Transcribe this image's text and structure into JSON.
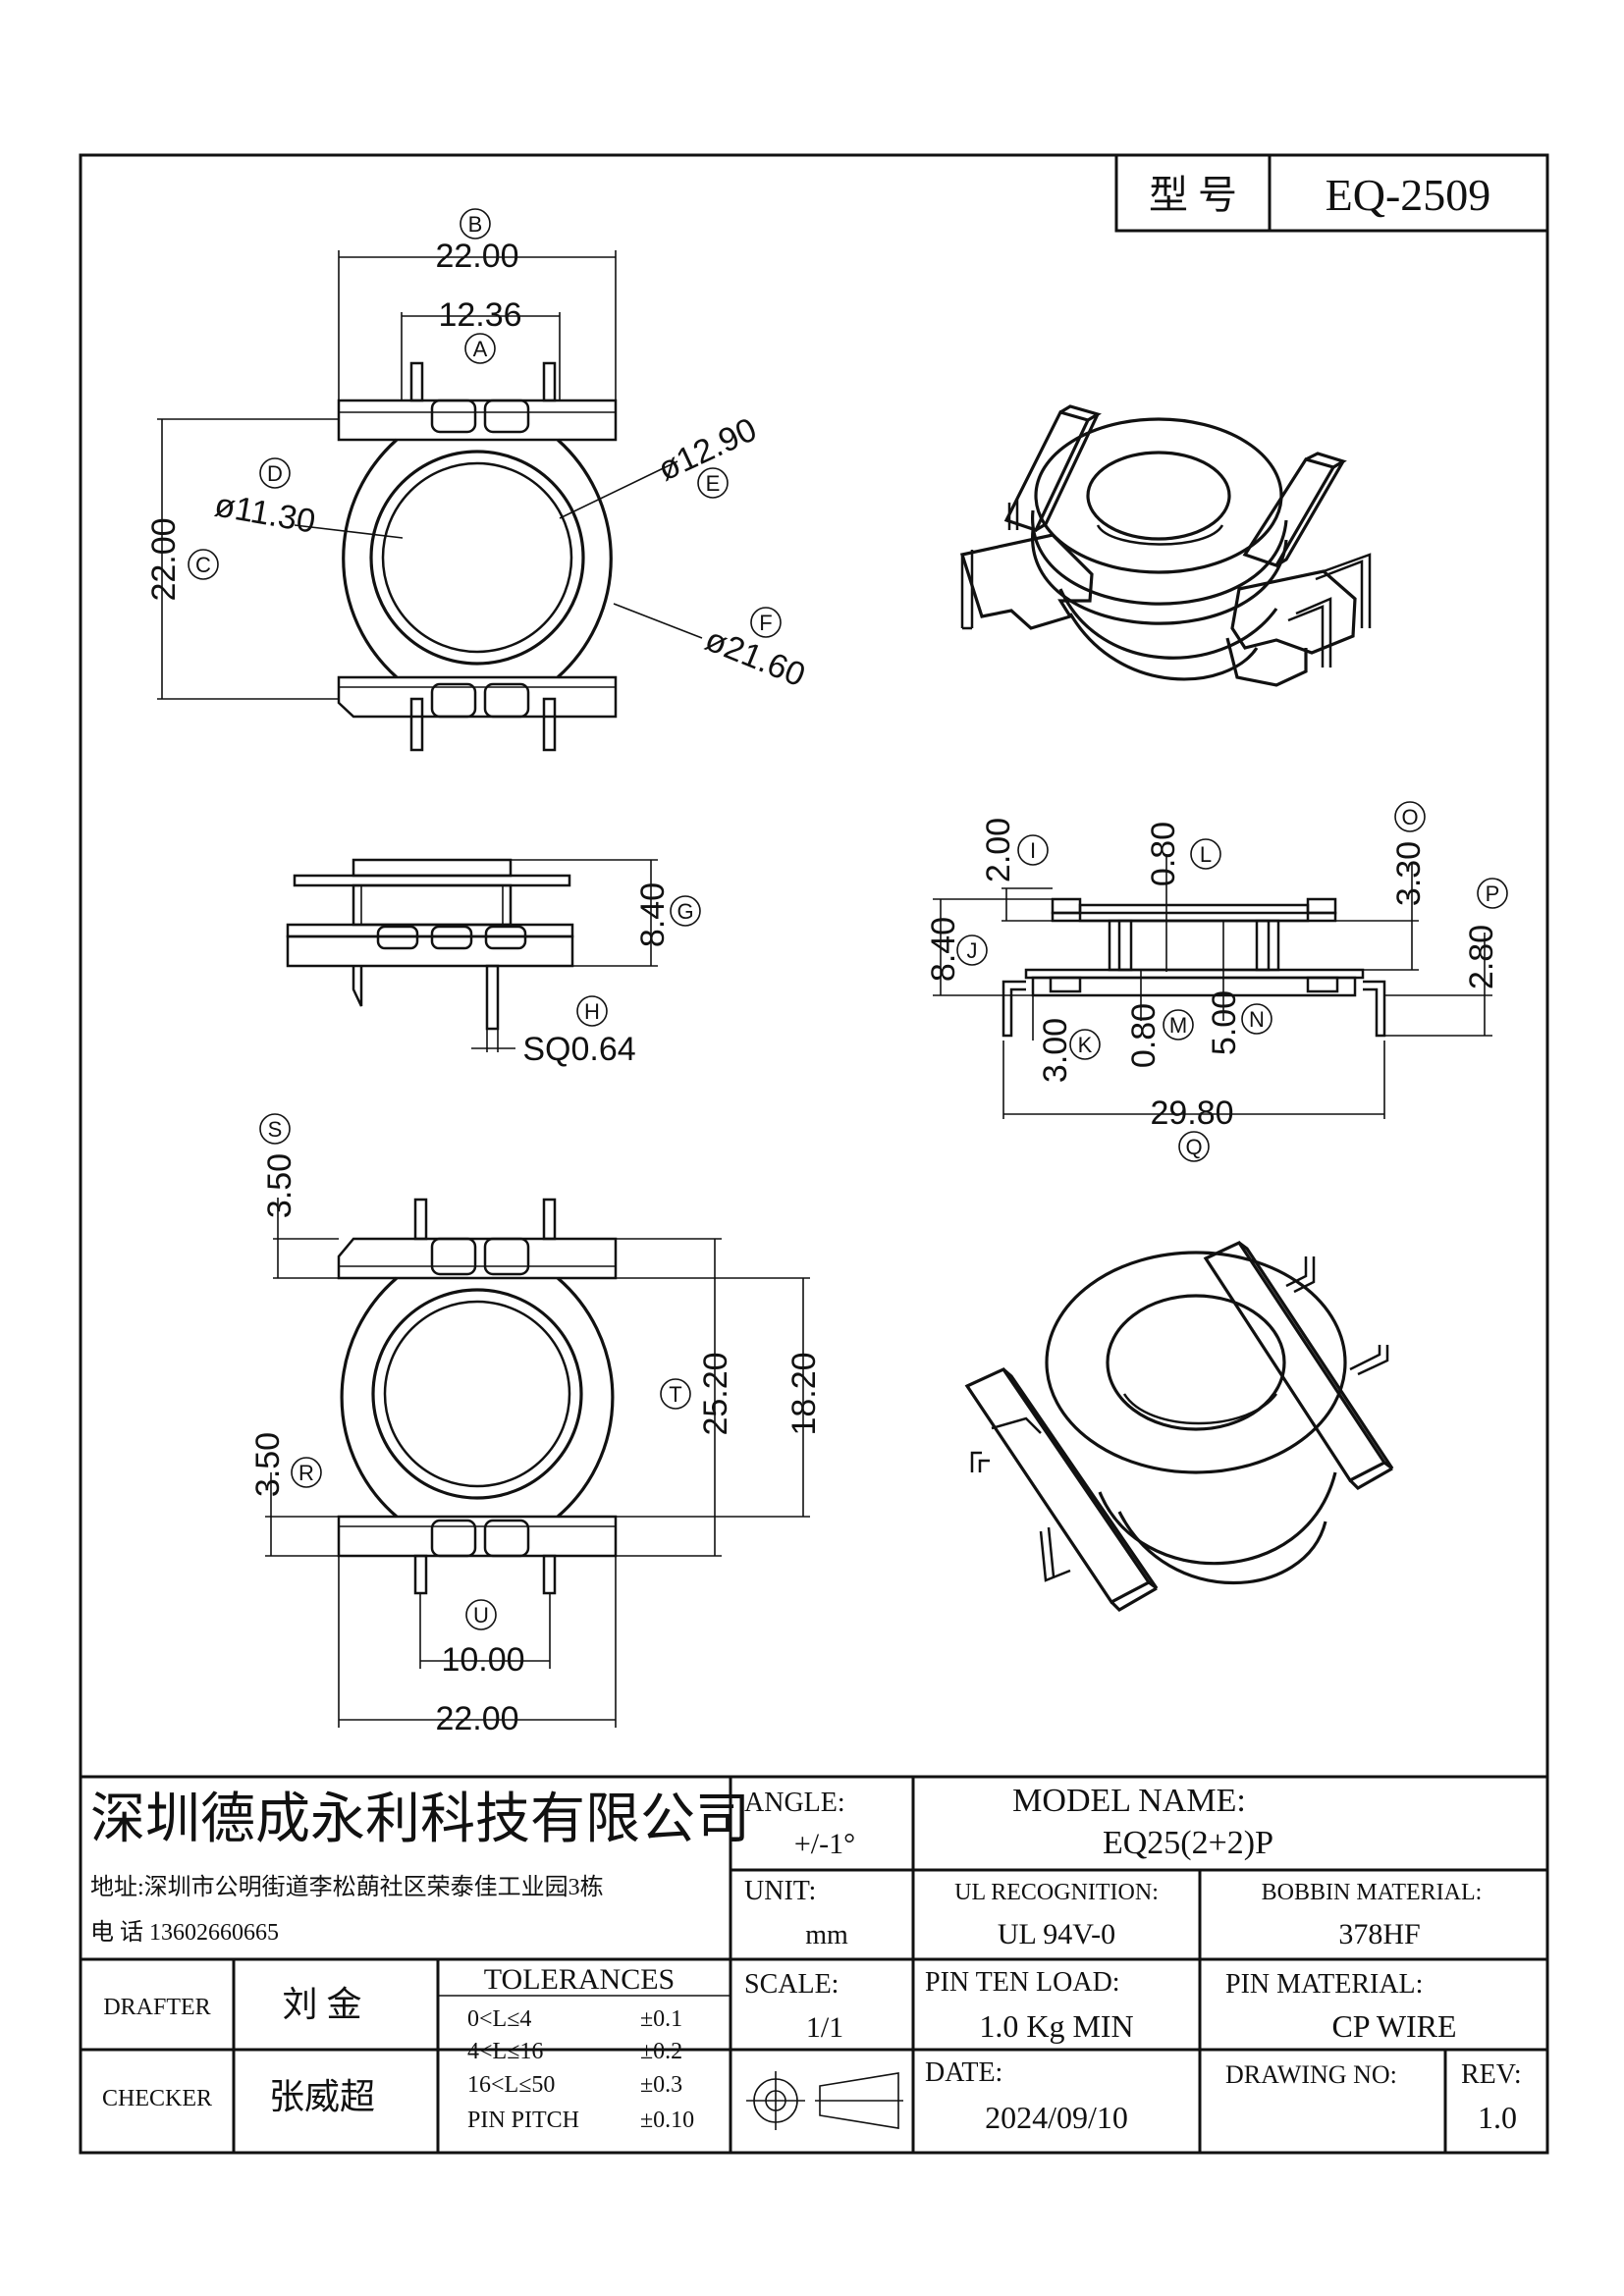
{
  "header": {
    "model_label": "型 号",
    "model_value": "EQ-2509"
  },
  "dimensions": {
    "top_width_b": "22.00",
    "top_pin_span_a": "12.36",
    "height_c": "22.00",
    "dia_d": "ø11.30",
    "dia_e": "ø12.90",
    "dia_f": "ø21.60",
    "side_height_g": "8.40",
    "pin_size_h": "SQ0.64",
    "i": "2.00",
    "l": "0.80",
    "o": "3.30",
    "p": "2.80",
    "j": "8.40",
    "k": "3.00",
    "m": "0.80",
    "n": "5.00",
    "q": "29.80",
    "s": "3.50",
    "t": "25.20",
    "t2": "18.20",
    "r": "3.50",
    "u": "10.00",
    "bottom_width": "22.00"
  },
  "callouts": {
    "a": "A",
    "b": "B",
    "c": "C",
    "d": "D",
    "e": "E",
    "f": "F",
    "g": "G",
    "h": "H",
    "i": "I",
    "j": "J",
    "k": "K",
    "l": "L",
    "m": "M",
    "n": "N",
    "o": "O",
    "p": "P",
    "q": "Q",
    "r": "R",
    "s": "S",
    "t": "T",
    "u": "U"
  },
  "title_block": {
    "company": "深圳德成永利科技有限公司",
    "address": "地址:深圳市公明街道李松蓢社区荣泰佳工业园3栋",
    "phone": "电 话  13602660665",
    "angle_label": "ANGLE:",
    "angle_value": "+/-1°",
    "model_name_label": "MODEL NAME:",
    "model_name_value": "EQ25(2+2)P",
    "unit_label": "UNIT:",
    "unit_value": "mm",
    "ul_label": "UL RECOGNITION:",
    "ul_value": "UL 94V-0",
    "bobbin_label": "BOBBIN MATERIAL:",
    "bobbin_value": "378HF",
    "drafter_label": "DRAFTER",
    "drafter_value": "刘 金",
    "checker_label": "CHECKER",
    "checker_value": "张威超",
    "tolerances_label": "TOLERANCES",
    "tolerances": [
      {
        "range": "0<L≤4",
        "value": "±0.1"
      },
      {
        "range": "4<L≤16",
        "value": "±0.2"
      },
      {
        "range": "16<L≤50",
        "value": "±0.3"
      },
      {
        "range": "PIN PITCH",
        "value": "±0.10"
      }
    ],
    "scale_label": "SCALE:",
    "scale_value": "1/1",
    "pin_load_label": "PIN TEN LOAD:",
    "pin_load_value": "1.0 Kg MIN",
    "pin_material_label": "PIN MATERIAL:",
    "pin_material_value": "CP WIRE",
    "date_label": "DATE:",
    "date_value": "2024/09/10",
    "drawing_no_label": "DRAWING NO:",
    "drawing_no_value": "",
    "rev_label": "REV:",
    "rev_value": "1.0"
  }
}
